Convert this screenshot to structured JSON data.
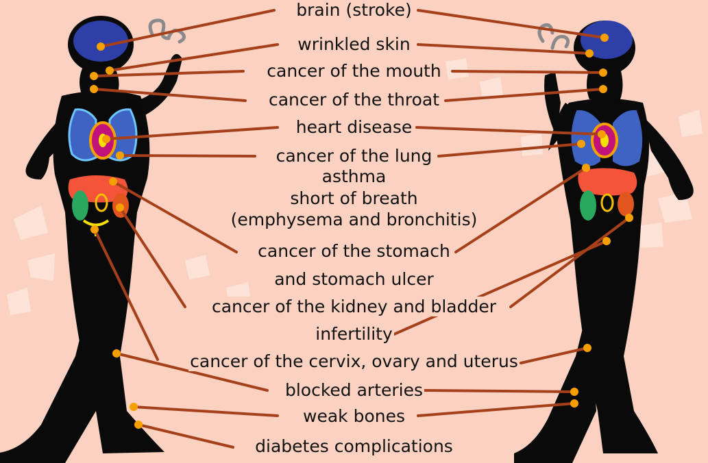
{
  "labels": {
    "brain": "brain (stroke)",
    "skin": "wrinkled skin",
    "mouth": "cancer of the mouth",
    "throat": "cancer of the throat",
    "heart": "heart disease",
    "lung": "cancer of the lung",
    "asthma": "asthma",
    "breath": "short of breath",
    "emphysema": "(emphysema and bronchitis)",
    "stomach": "cancer of the stomach",
    "ulcer": "and stomach ulcer",
    "kidney": "cancer of the kidney and bladder",
    "infertility": "infertility",
    "cervix": "cancer of the cervix, ovary and uterus",
    "arteries": "blocked arteries",
    "bones": "weak bones",
    "diabetes": "diabetes complications"
  },
  "colors": {
    "background": "#fbd2c1",
    "silhouette": "#0a0a0a",
    "leader_line": "#a5401b",
    "dot": "#f5a000",
    "brain": "#2e3fa8",
    "lungs": "#3f63c2",
    "heart": "#c0127a",
    "stomach": "#f4553a",
    "liver": "#2aa860",
    "kidney": "#e0561e"
  }
}
